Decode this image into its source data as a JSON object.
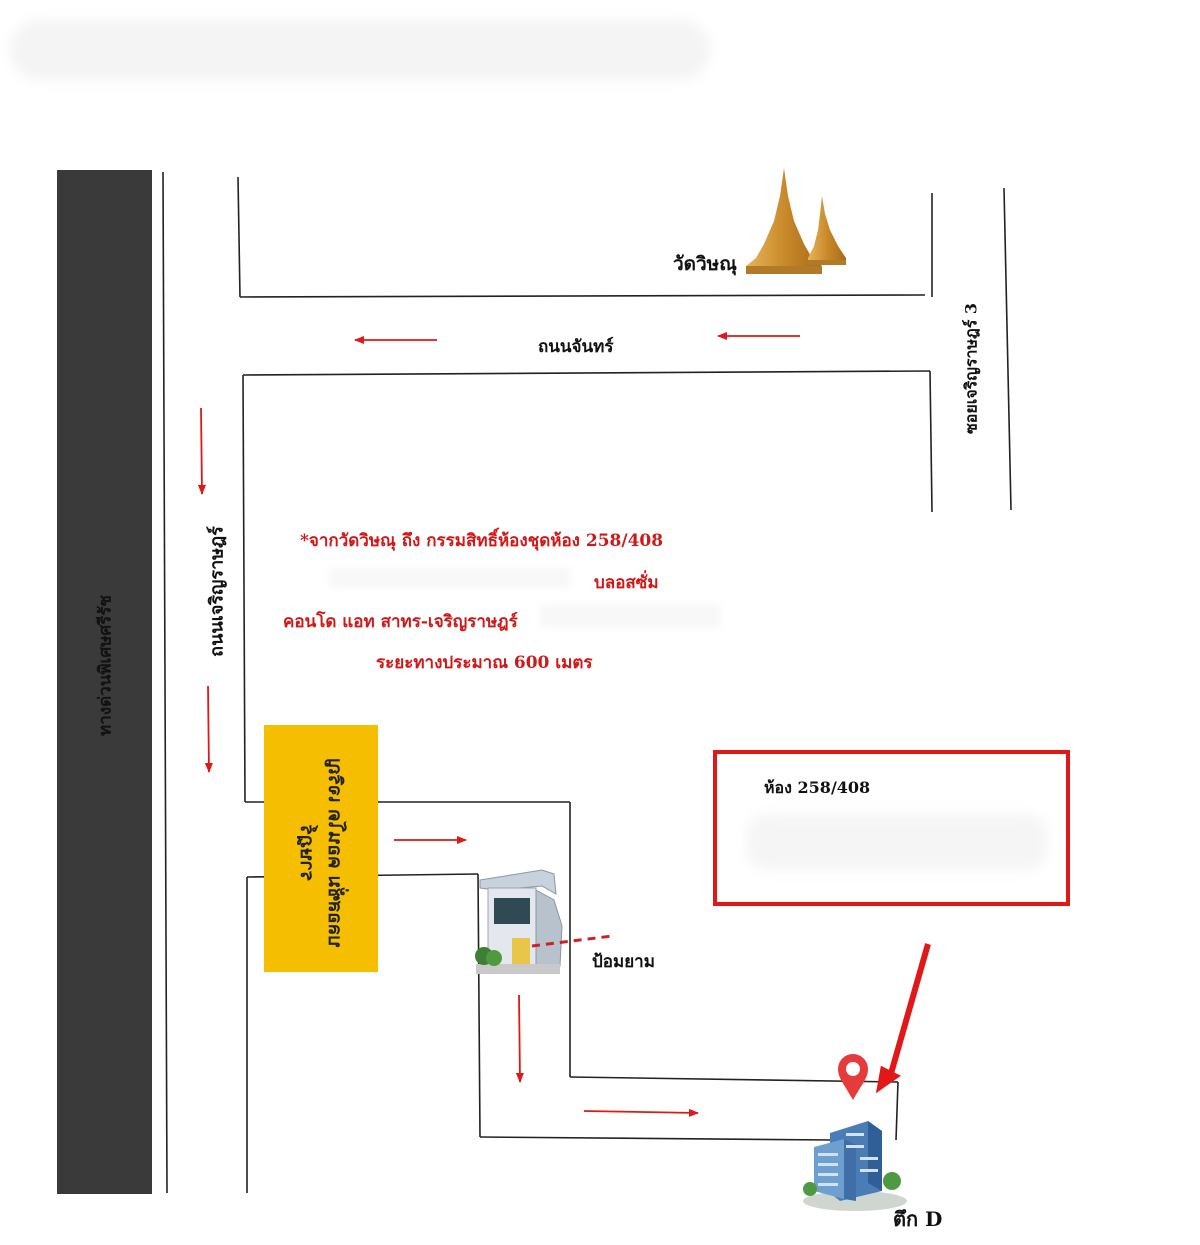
{
  "labels": {
    "expressway": "ทางด่วนพิเศษศรีรัช",
    "main_road_left": "ถนนเจริญราษฎร์",
    "top_road": "ถนนจันทร์",
    "soi_right": "ซอยเจริญราษฎร์ 3",
    "temple": "วัดวิษณุ",
    "condo_sign": "บลอสซั่ม คอนโด เจริญราษฎร์",
    "guard_post": "ป้อมยาม",
    "building": "ตึก D",
    "room_box": "ห้อง 258/408"
  },
  "description": {
    "line1": "*จากวัดวิษณุ ถึง กรรมสิทธิ์ห้องชุดห้อง 258/408",
    "line2": "บลอสซั่ม",
    "line3": "คอนโด แอท สาทร-เจริญราษฎร์",
    "line4": "ระยะทางประมาณ 600 เมตร"
  },
  "colors": {
    "expressway": "#3a3a3a",
    "arrow": "#e01818",
    "highlight_box": "#e01818",
    "sign": "#f6be00",
    "text_red": "#d01818"
  },
  "icons": [
    "pagoda-icon",
    "guardhouse-icon",
    "map-pin-icon",
    "office-building-icon"
  ]
}
